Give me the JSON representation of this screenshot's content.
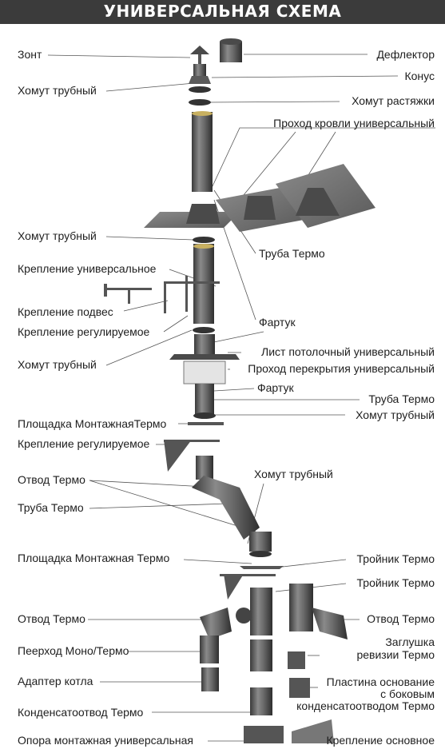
{
  "title": "УНИВЕРСАЛЬНАЯ СХЕМА",
  "colors": {
    "banner": "#3b3b3b",
    "part": "#5a5a5a",
    "part_dark": "#3a3a3a",
    "ring": "#c8b060",
    "line": "#555555"
  },
  "labels_left": [
    "Зонт",
    "Хомут трубный",
    "Хомут трубный",
    "Крепление универсальное",
    "Крепление подвес",
    "Крепление регулируемое",
    "Хомут трубный",
    "Площадка МонтажнаяТермо",
    "Крепление регулируемое",
    "Отвод Термо",
    "Труба Термо",
    "Площадка Монтажная Термо",
    "Отвод Термо",
    "Пеерход Моно/Термо",
    "Адаптер котла",
    "Конденсатоотвод Термо",
    "Опора монтажная универсальная"
  ],
  "labels_right": [
    "Дефлектор",
    "Конус",
    "Хомут растяжки",
    "Проход кровли универсальный",
    "Лист потолочный универсальный",
    "Проход перекрытия универсальный",
    "Фартук",
    "Труба  Термо",
    "Хомут трубный",
    "Тройник Термо",
    "Тройник Термо",
    "Отвод Термо",
    "Заглушка",
    "ревизии Термо",
    "Пластина основание",
    "с боковым",
    "конденсатоотводом Термо",
    "Крепление основное"
  ],
  "labels_center": [
    "Труба Термо",
    "Фартук",
    "Хомут трубный"
  ]
}
